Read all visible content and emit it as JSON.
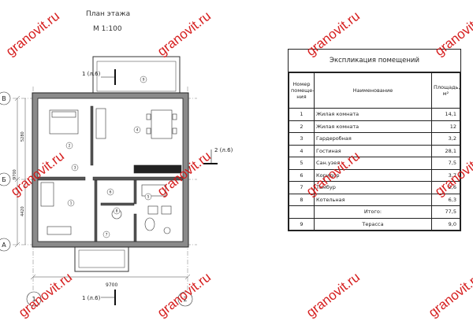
{
  "plan": {
    "title": "План этажа",
    "scale": "М 1:100",
    "section_mark_top": "1 (л.6)",
    "section_mark_right": "2 (л.6)",
    "section_mark_bottom": "1 (л.6)",
    "dimension_total": "9700",
    "dimension_left_total": "9700",
    "dimension_left_top": "5280",
    "dimension_left_bottom": "4420",
    "axis_letters": [
      "В",
      "Б",
      "А"
    ],
    "axis_numbers": [
      "1",
      "2"
    ],
    "room_numbers": [
      "1",
      "2",
      "3",
      "4",
      "5",
      "6",
      "7",
      "8",
      "9"
    ]
  },
  "watermark": "granovit.ru",
  "table": {
    "title": "Экспликация помещений",
    "headers": {
      "number": "Номер помеще-ния",
      "name": "Наименование",
      "area": "Площадь, м²"
    },
    "rows": [
      {
        "n": "1",
        "name": "Жилая комната",
        "area": "14,1"
      },
      {
        "n": "2",
        "name": "Жилая комната",
        "area": "12"
      },
      {
        "n": "3",
        "name": "Гардеробная",
        "area": "3,2"
      },
      {
        "n": "4",
        "name": "Гостиная",
        "area": "28,1"
      },
      {
        "n": "5",
        "name": "Сан.узел",
        "area": "7,5"
      },
      {
        "n": "6",
        "name": "Коридор",
        "area": "3,7"
      },
      {
        "n": "7",
        "name": "Тамбур",
        "area": "2,6"
      },
      {
        "n": "8",
        "name": "Котельная",
        "area": "6,3"
      }
    ],
    "total": {
      "label": "Итого:",
      "area": "77,5"
    },
    "terrace": {
      "n": "9",
      "name": "Терасса",
      "area": "9,0"
    }
  }
}
